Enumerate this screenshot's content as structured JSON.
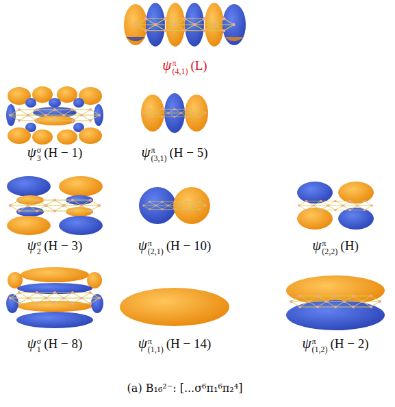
{
  "diagram": {
    "caption": "(a) B₁₆²⁻: [...σ⁶π₁⁶π₂⁴]",
    "labels": [
      "ψ",
      "π",
      "(4,1)",
      "(L)",
      "ψ",
      "σ",
      "3",
      "(H − 1)",
      "ψ",
      "π",
      "(3,1)",
      "(H − 5)",
      "ψ",
      "σ",
      "2",
      "(H − 3)",
      "ψ",
      "π",
      "(2,1)",
      "(H − 10)",
      "ψ",
      "π",
      "(2,2)",
      "(H)",
      "ψ",
      "σ",
      "1",
      "(H − 8)",
      "ψ",
      "π",
      "(1,1)",
      "(H − 14)",
      "ψ",
      "π",
      "(1,2)",
      "(H − 2)"
    ]
  }
}
